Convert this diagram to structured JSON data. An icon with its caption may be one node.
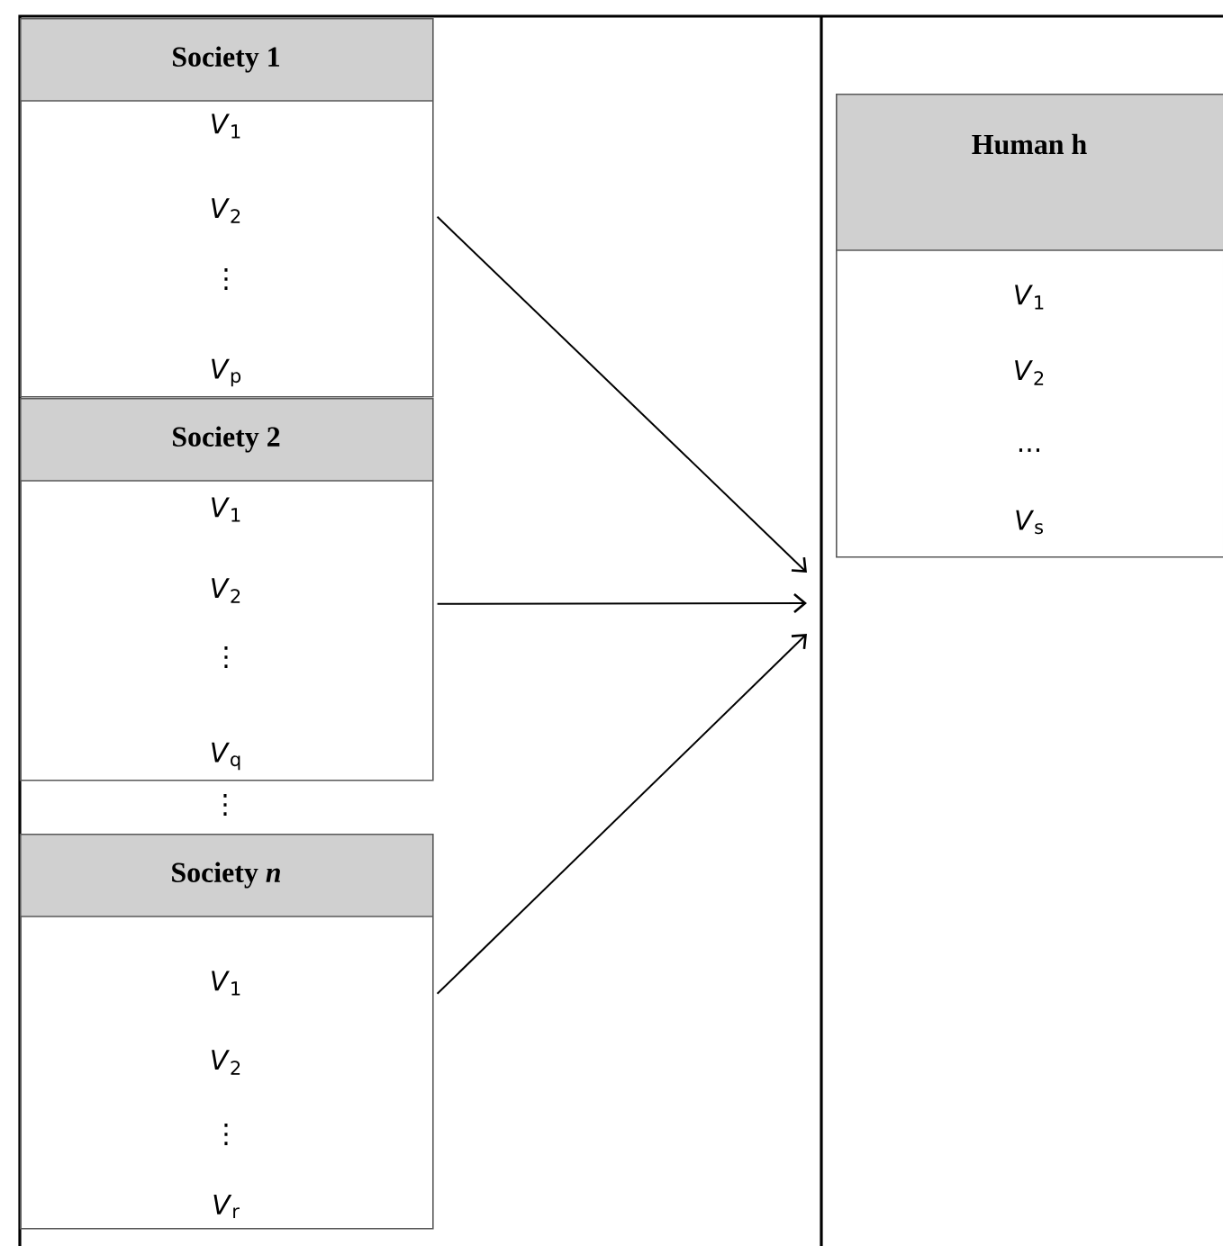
{
  "diagram": {
    "nodes": [
      {
        "text": [
          "Society 1",
          "*V*$_{1}$",
          "*V*$_{2}$",
          "⋮",
          "*V*$_{p}$"
        ]
      },
      {
        "text": [
          "Society 2",
          "*V*$_{1}$",
          "*V*$_{2}$",
          "⋮",
          "*V*$_{q}$"
        ]
      },
      {
        "text": [
          "Society *n*",
          "*V*$_{1}$",
          "*V*$_{2}$",
          "⋮",
          "*V*$_{r}$"
        ]
      },
      {
        "text": [
          "Human h",
          "*V*$_{1}$",
          "*V*$_{2}$",
          "...",
          "*V*$_{s}$"
        ]
      }
    ],
    "edges": [
      {
        "from": 0,
        "to": null,
        "arrow": "to"
      },
      {
        "from": 1,
        "to": null,
        "arrow": "to"
      },
      {
        "from": 2,
        "to": null,
        "arrow": "to"
      }
    ],
    "labels": [
      "⋮"
    ]
  }
}
